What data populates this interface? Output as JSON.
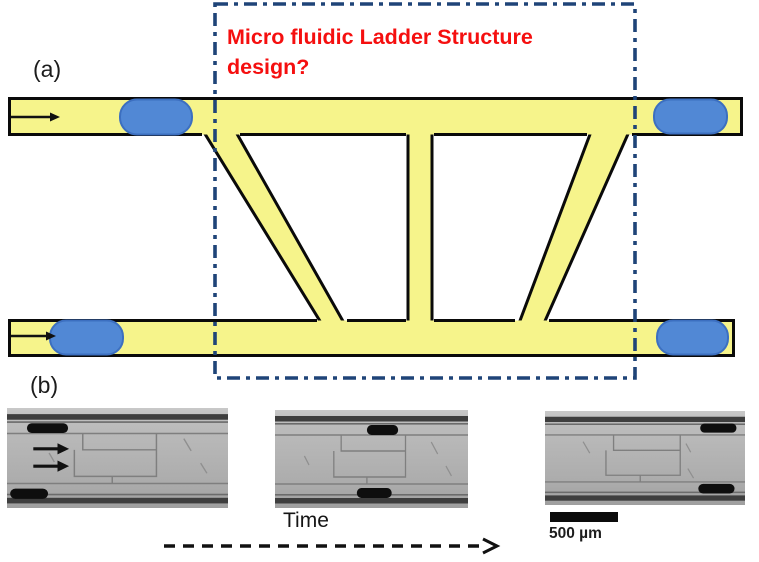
{
  "figure": {
    "panel_a": {
      "label": "(a)",
      "annotation": {
        "line1": "Micro fluidic Ladder Structure",
        "line2": "design?"
      }
    },
    "panel_b": {
      "label": "(b)",
      "time_label": "Time",
      "scale_label": "500 µm"
    },
    "colors": {
      "channel_fill": "#F6F48B",
      "droplet_fill": "#5188D5",
      "droplet_stroke": "#3C6FC0",
      "annotation_red": "#F50F0F",
      "box_blue": "#1F4478"
    }
  }
}
